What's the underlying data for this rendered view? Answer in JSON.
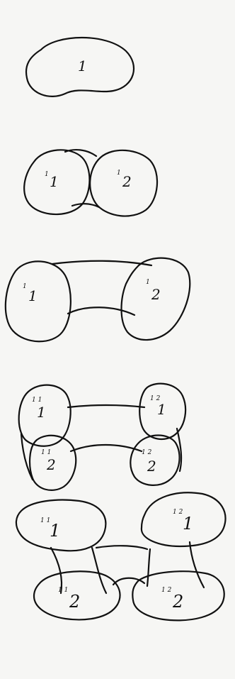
{
  "colors": {
    "ink": "#111111",
    "paper": "#f6f6f4"
  },
  "stages": [
    {
      "cells": [
        {
          "label": "1"
        }
      ]
    },
    {
      "cells": [
        {
          "sup": "1",
          "label": "1"
        },
        {
          "sup": "1",
          "label": "2"
        }
      ]
    },
    {
      "cells": [
        {
          "sup": "1",
          "label": "1"
        },
        {
          "sup": "1",
          "label": "2"
        }
      ]
    },
    {
      "cells": [
        {
          "sup": "1 1",
          "label": "1"
        },
        {
          "sup": "1 1",
          "label": "2"
        },
        {
          "sup": "1 2",
          "label": "1"
        },
        {
          "sup": "1 2",
          "label": "2"
        }
      ]
    },
    {
      "cells": [
        {
          "sup": "1 1",
          "label": "1"
        },
        {
          "sup": "1 2",
          "label": "1"
        },
        {
          "sup": "1 1",
          "label": "2"
        },
        {
          "sup": "1 2",
          "label": "2"
        }
      ]
    }
  ]
}
